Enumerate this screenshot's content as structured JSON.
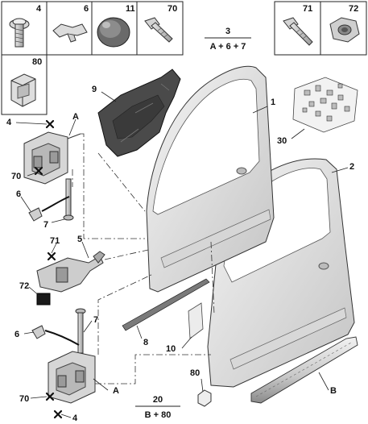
{
  "parts_boxes": [
    {
      "ref": "4"
    },
    {
      "ref": "6"
    },
    {
      "ref": "11"
    },
    {
      "ref": "70"
    },
    {
      "ref": "71"
    },
    {
      "ref": "72"
    },
    {
      "ref": "80"
    }
  ],
  "callouts": {
    "door_front": "1",
    "door_rear": "2",
    "trim_strip": "B",
    "membrane": "9",
    "clip_bag": "30",
    "check_strap": "5",
    "rod": "8",
    "seal": "10",
    "hinge_upper": "A",
    "hinge_lower": "A",
    "pin_upper": "7",
    "pin_lower": "7",
    "clip_upper": "6",
    "clip_lower": "6",
    "bolt_upper_4": "4",
    "bolt_upper_70": "70",
    "bolt_lower_70": "70",
    "bolt_lower_4": "4",
    "bolt_71": "71",
    "nut_72": "72",
    "clip_80": "80"
  },
  "kits": [
    {
      "number": "3",
      "formula": "A + 6 + 7"
    },
    {
      "number": "20",
      "formula": "B + 80"
    }
  ]
}
